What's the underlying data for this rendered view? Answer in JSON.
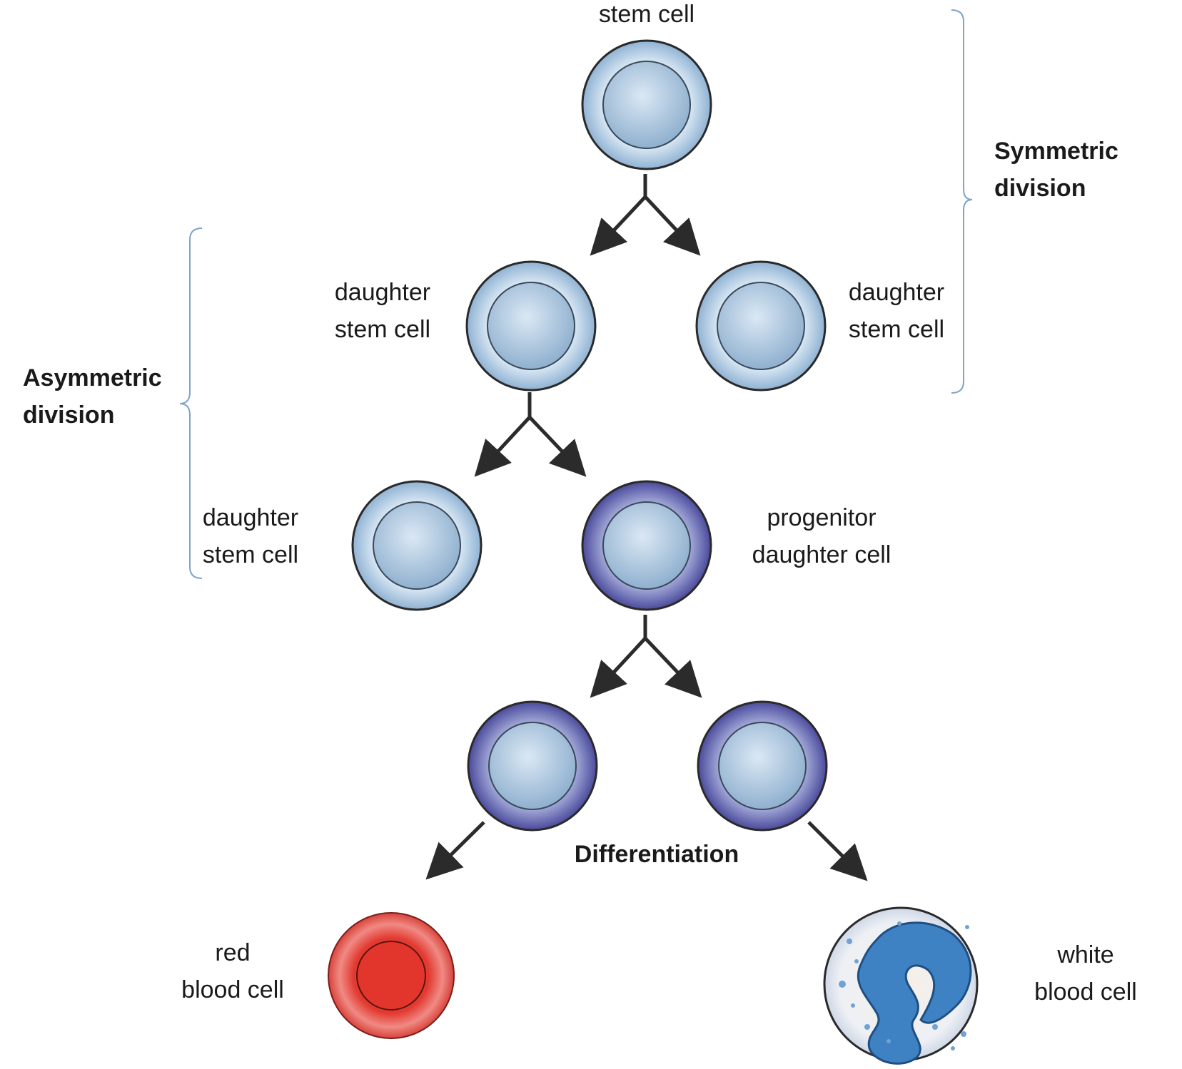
{
  "labels": {
    "stem_cell": "stem cell",
    "symmetric_division": "Symmetric\ndivision",
    "asymmetric_division": "Asymmetric\ndivision",
    "daughter_stem_cell_left": "daughter\nstem cell",
    "daughter_stem_cell_right": "daughter\nstem cell",
    "daughter_stem_cell_lower": "daughter\nstem cell",
    "progenitor_daughter_cell": "progenitor\ndaughter cell",
    "differentiation": "Differentiation",
    "red_blood_cell": "red\nblood cell",
    "white_blood_cell": "white\nblood cell"
  },
  "colors": {
    "stem_cell_outer": "#9bbcd9",
    "stem_cell_nucleus": "#a8c6df",
    "progenitor_outer": "#5a5aa6",
    "red_blood_cell": "#e03a32",
    "white_blood_cell_nucleus": "#3f82c4",
    "bracket": "#7fa3c9",
    "arrow": "#2b2b2b"
  }
}
